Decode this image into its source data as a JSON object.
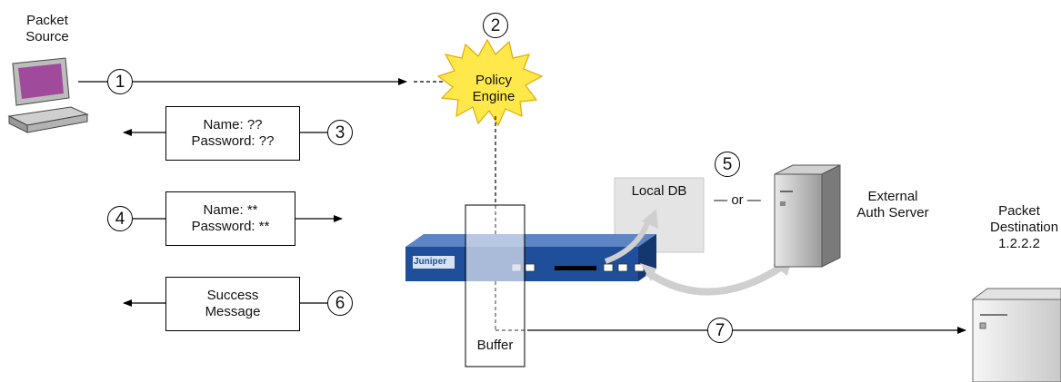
{
  "source": {
    "label_line1": "Packet",
    "label_line2": "Source"
  },
  "destination": {
    "label_line1": "Packet",
    "label_line2": "Destination",
    "address": "1.2.2.2"
  },
  "policy_engine": {
    "line1": "Policy",
    "line2": "Engine"
  },
  "steps": {
    "s1": "1",
    "s2": "2",
    "s3": "3",
    "s4": "4",
    "s5": "5",
    "s6": "6",
    "s7": "7"
  },
  "prompt_box": {
    "line1": "Name: ??",
    "line2": "Password: ??"
  },
  "credentials_box": {
    "line1": "Name: **",
    "line2": "Password: **"
  },
  "success_box": {
    "line1": "Success",
    "line2": "Message"
  },
  "local_db": "Local DB",
  "or_text": "— or —",
  "auth_server": {
    "line1": "External",
    "line2": "Auth Server"
  },
  "buffer": "Buffer",
  "device_brand": "Juniper",
  "colors": {
    "burst": "#ffe94a",
    "device": "#1f4e9a",
    "monitor": "#a04a9c",
    "local_db_bg": "#e4e4e4",
    "arrow_gray": "#cfcfcf"
  }
}
